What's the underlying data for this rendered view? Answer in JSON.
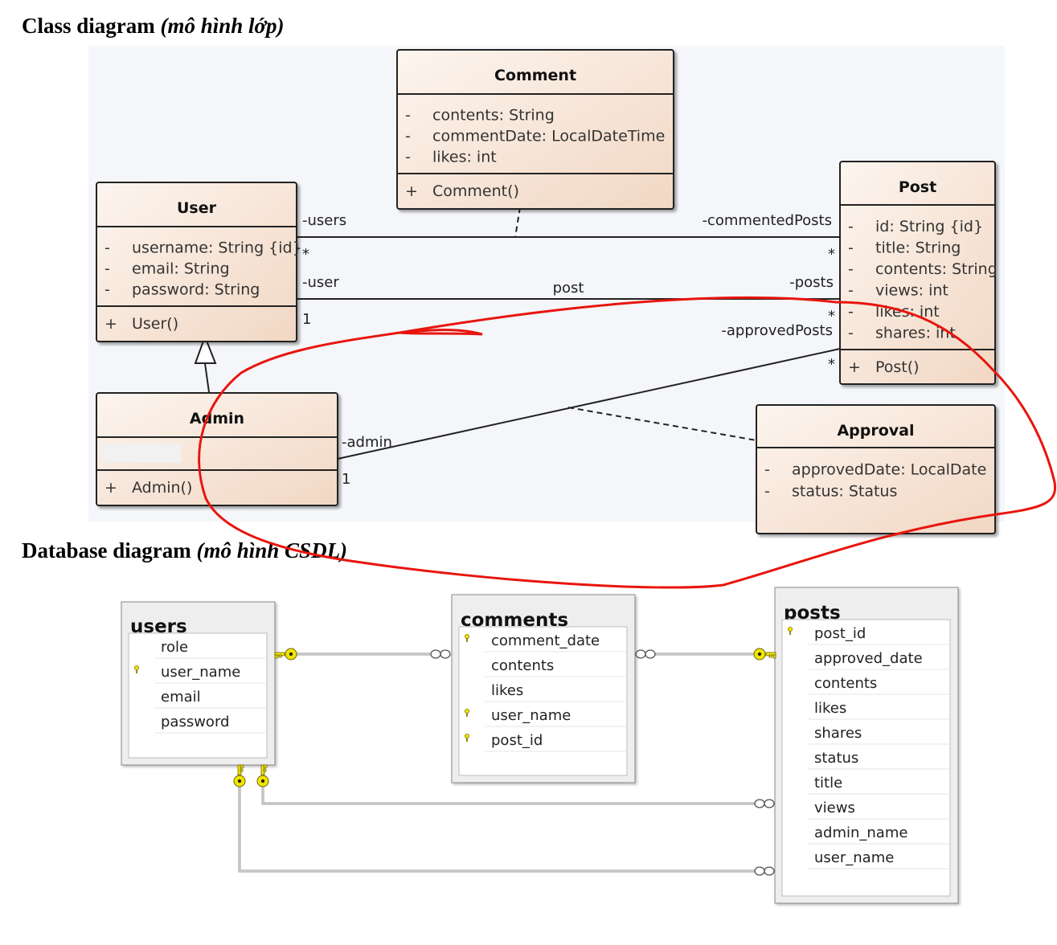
{
  "headings": {
    "class_diagram": "Class diagram",
    "class_diagram_sub": "(mô hình lớp)",
    "database_diagram": "Database diagram",
    "database_diagram_sub": "(mô hình CSDL)"
  },
  "class_diagram": {
    "classes": {
      "comment": {
        "name": "Comment",
        "attributes": [
          {
            "vis": "-",
            "text": "contents: String"
          },
          {
            "vis": "-",
            "text": "commentDate: LocalDateTime"
          },
          {
            "vis": "-",
            "text": "likes: int"
          }
        ],
        "operations": [
          {
            "vis": "+",
            "text": "Comment()"
          }
        ]
      },
      "user": {
        "name": "User",
        "attributes": [
          {
            "vis": "-",
            "text": "username: String {id}"
          },
          {
            "vis": "-",
            "text": "email: String"
          },
          {
            "vis": "-",
            "text": "password: String"
          }
        ],
        "operations": [
          {
            "vis": "+",
            "text": "User()"
          }
        ]
      },
      "post": {
        "name": "Post",
        "attributes": [
          {
            "vis": "-",
            "text": "id: String {id}"
          },
          {
            "vis": "-",
            "text": "title: String"
          },
          {
            "vis": "-",
            "text": "contents: String"
          },
          {
            "vis": "-",
            "text": "views: int"
          },
          {
            "vis": "-",
            "text": "likes: int"
          },
          {
            "vis": "-",
            "text": "shares: int"
          }
        ],
        "operations": [
          {
            "vis": "+",
            "text": "Post()"
          }
        ]
      },
      "admin": {
        "name": "Admin",
        "attributes": [],
        "operations": [
          {
            "vis": "+",
            "text": "Admin()"
          }
        ]
      },
      "approval": {
        "name": "Approval",
        "attributes": [
          {
            "vis": "-",
            "text": "approvedDate: LocalDate"
          },
          {
            "vis": "-",
            "text": "status: Status"
          }
        ],
        "operations": []
      }
    },
    "association_labels": {
      "users_role": "-users",
      "users_mult": "*",
      "commented_posts_role": "-commentedPosts",
      "commented_posts_mult": "*",
      "user_role": "-user",
      "user_mult": "1",
      "post_assoc_name": "post",
      "posts_role": "-posts",
      "posts_mult": "*",
      "approved_posts_role": "-approvedPosts",
      "approved_posts_mult": "*",
      "admin_role": "-admin",
      "admin_mult": "1"
    }
  },
  "database_diagram": {
    "tables": {
      "users": {
        "name": "users",
        "columns": [
          {
            "name": "role",
            "key": false
          },
          {
            "name": "user_name",
            "key": true
          },
          {
            "name": "email",
            "key": false
          },
          {
            "name": "password",
            "key": false
          }
        ]
      },
      "comments": {
        "name": "comments",
        "columns": [
          {
            "name": "comment_date",
            "key": true
          },
          {
            "name": "contents",
            "key": false
          },
          {
            "name": "likes",
            "key": false
          },
          {
            "name": "user_name",
            "key": true
          },
          {
            "name": "post_id",
            "key": true
          }
        ]
      },
      "posts": {
        "name": "posts",
        "columns": [
          {
            "name": "post_id",
            "key": true
          },
          {
            "name": "approved_date",
            "key": false
          },
          {
            "name": "contents",
            "key": false
          },
          {
            "name": "likes",
            "key": false
          },
          {
            "name": "shares",
            "key": false
          },
          {
            "name": "status",
            "key": false
          },
          {
            "name": "title",
            "key": false
          },
          {
            "name": "views",
            "key": false
          },
          {
            "name": "admin_name",
            "key": false
          },
          {
            "name": "user_name",
            "key": false
          }
        ]
      }
    },
    "relationship_symbols": {
      "one_end": "key-icon",
      "many_end": "infinity-icon"
    }
  },
  "colors": {
    "uml_box_fill_top": "#fdf4ee",
    "uml_box_fill_bottom": "#f2d9c6",
    "uml_background": "#f4f6fa",
    "db_table_fill": "#eeeeee",
    "key_yellow": "#f2e600",
    "annotation_red": "#e8150e"
  }
}
